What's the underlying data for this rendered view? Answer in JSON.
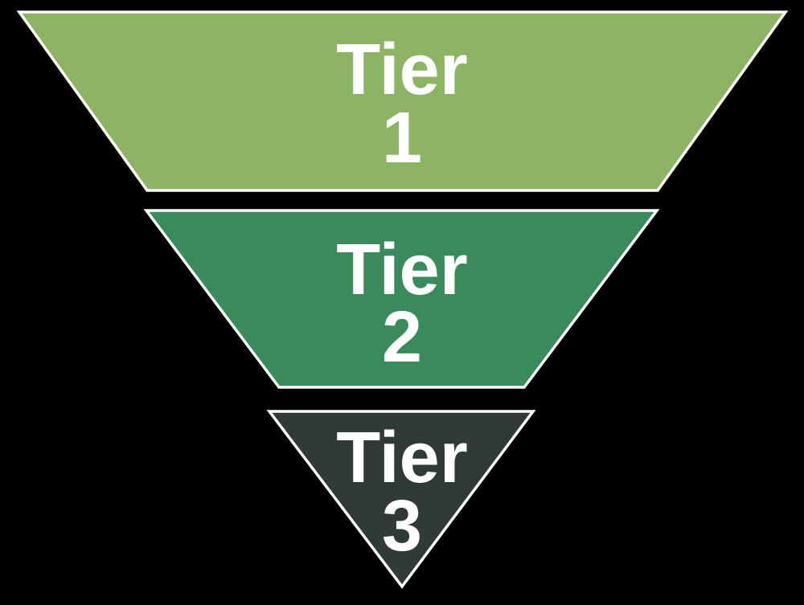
{
  "diagram": {
    "type": "inverted-pyramid-funnel",
    "background_color": "#000000",
    "border_color": "#FFFFFF",
    "text_color": "#FFFFFF",
    "tiers": [
      {
        "label": "Tier",
        "number": "1",
        "color": "#8CB464"
      },
      {
        "label": "Tier",
        "number": "2",
        "color": "#3A8A5C"
      },
      {
        "label": "Tier",
        "number": "3",
        "color": "#303A36"
      }
    ]
  }
}
